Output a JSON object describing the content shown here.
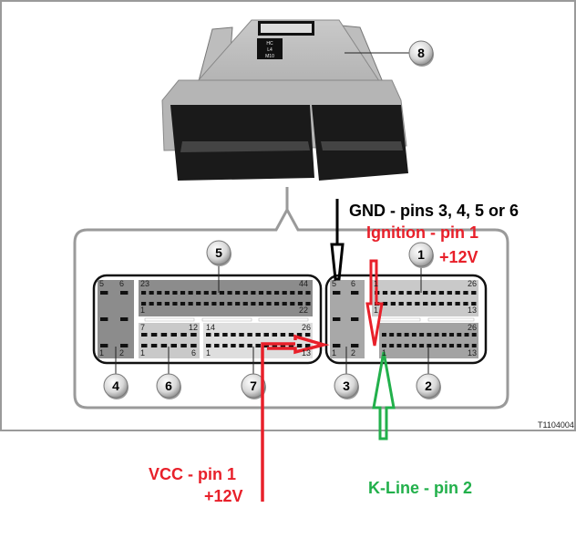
{
  "figure_code": "T1104004",
  "ecu_label": [
    "HC",
    "L4",
    "M10"
  ],
  "callouts": [
    "1",
    "2",
    "3",
    "4",
    "5",
    "6",
    "7",
    "8"
  ],
  "annotations": {
    "gnd": "GND - pins 3, 4, 5 or 6",
    "ignition": "Ignition - pin 1",
    "ignition_voltage": "+12V",
    "vcc": "VCC - pin 1",
    "vcc_voltage": "+12V",
    "kline": "K-Line - pin 2"
  },
  "pin_labels": {
    "m4": [
      "5",
      "6",
      "1",
      "2"
    ],
    "m5": [
      "23",
      "44",
      "1",
      "22"
    ],
    "m6": [
      "7",
      "12",
      "1",
      "6"
    ],
    "m7": [
      "14",
      "26",
      "1",
      "13"
    ],
    "m3": [
      "5",
      "6",
      "1",
      "2"
    ],
    "m1": [
      "1",
      "26",
      "1",
      "13"
    ],
    "m2": [
      "26",
      "1",
      "13"
    ]
  },
  "colors": {
    "gnd": "#000000",
    "power": "#e8202a",
    "kline": "#22b04b"
  }
}
